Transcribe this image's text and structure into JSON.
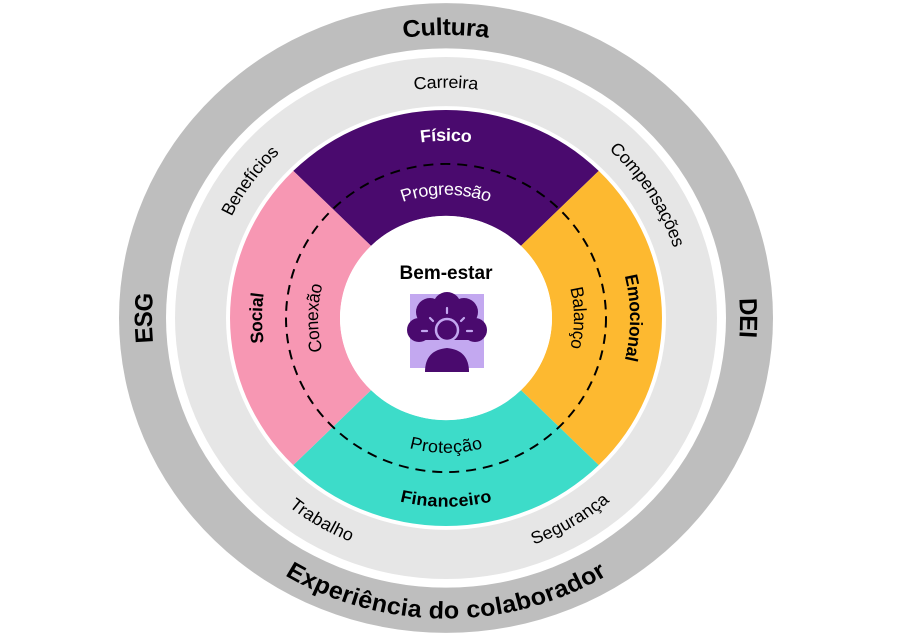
{
  "diagram": {
    "center": {
      "label": "Bem-estar",
      "icon": "person-with-sun-cloud-icon",
      "icon_bg_color": "#C3A8F0",
      "icon_color": "#4A0A6E"
    },
    "outer_ring": {
      "color": "#BEBEBE",
      "labels": {
        "top": "Cultura",
        "right": "DEI",
        "bottom": "Experiência do colaborador",
        "left": "ESG"
      }
    },
    "middle_ring": {
      "color": "#E6E6E6",
      "labels": {
        "top": "Carreira",
        "top_right": "Compensações",
        "bottom_right": "Segurança",
        "bottom_left": "Trabalho",
        "top_left": "Benefícios"
      }
    },
    "segments": {
      "top": {
        "name": "Físico",
        "inner_label": "Progressão",
        "color": "#4A0A6E",
        "text_color": "#FFFFFF"
      },
      "right": {
        "name": "Emocional",
        "inner_label": "Balanço",
        "color": "#FDB930",
        "text_color": "#000000"
      },
      "bottom": {
        "name": "Financeiro",
        "inner_label": "Proteção",
        "color": "#3DDCC9",
        "text_color": "#000000"
      },
      "left": {
        "name": "Social",
        "inner_label": "Conexão",
        "color": "#F797B3",
        "text_color": "#000000"
      }
    }
  }
}
